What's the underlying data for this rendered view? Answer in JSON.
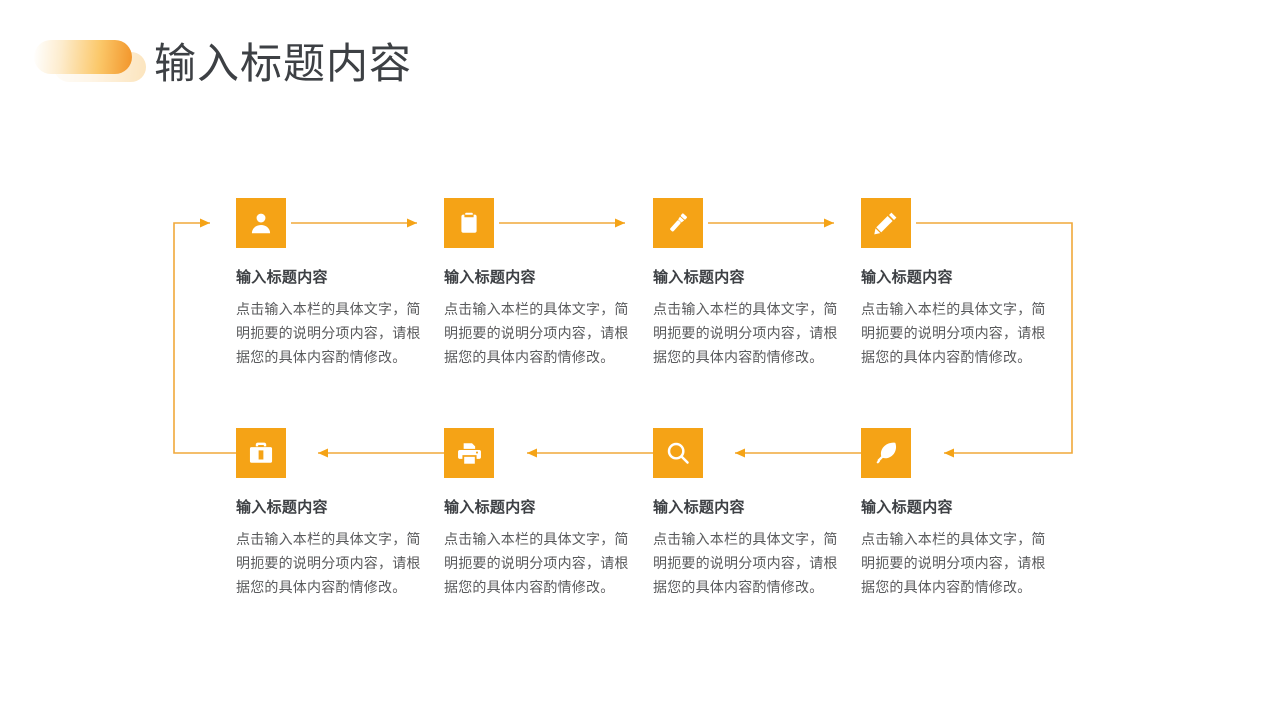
{
  "slide": {
    "title": "输入标题内容",
    "background_color": "#ffffff",
    "accent_color": "#f5a316",
    "title_color": "#3d4044",
    "body_color": "#58595b"
  },
  "decoration": {
    "front_pill": "gradient-pill-front",
    "back_pill": "gradient-pill-back"
  },
  "process": {
    "flow_direction": "serpentine-left-to-right-then-right-to-left",
    "steps": [
      {
        "index": 1,
        "icon": "user-icon",
        "title": "输入标题内容",
        "body": "点击输入本栏的具体文字，简明扼要的说明分项内容，请根据您的具体内容酌情修改。"
      },
      {
        "index": 2,
        "icon": "clipboard-icon",
        "title": "输入标题内容",
        "body": "点击输入本栏的具体文字，简明扼要的说明分项内容，请根据您的具体内容酌情修改。"
      },
      {
        "index": 3,
        "icon": "flashlight-icon",
        "title": "输入标题内容",
        "body": "点击输入本栏的具体文字，简明扼要的说明分项内容，请根据您的具体内容酌情修改。"
      },
      {
        "index": 4,
        "icon": "pencil-icon",
        "title": "输入标题内容",
        "body": "点击输入本栏的具体文字，简明扼要的说明分项内容，请根据您的具体内容酌情修改。"
      },
      {
        "index": 5,
        "icon": "briefcase-icon",
        "title": "输入标题内容",
        "body": "点击输入本栏的具体文字，简明扼要的说明分项内容，请根据您的具体内容酌情修改。"
      },
      {
        "index": 6,
        "icon": "printer-icon",
        "title": "输入标题内容",
        "body": "点击输入本栏的具体文字，简明扼要的说明分项内容，请根据您的具体内容酌情修改。"
      },
      {
        "index": 7,
        "icon": "search-icon",
        "title": "输入标题内容",
        "body": "点击输入本栏的具体文字，简明扼要的说明分项内容，请根据您的具体内容酌情修改。"
      },
      {
        "index": 8,
        "icon": "feather-icon",
        "title": "输入标题内容",
        "body": "点击输入本栏的具体文字，简明扼要的说明分项内容，请根据您的具体内容酌情修改。"
      }
    ]
  }
}
